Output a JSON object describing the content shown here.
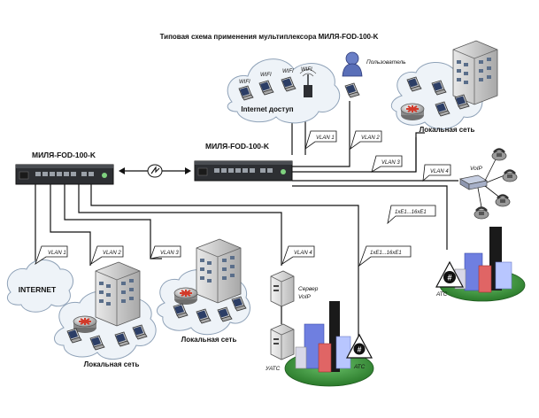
{
  "title": "Типовая схема применения мультиплексора МИЛЯ-FOD-100-K",
  "devices": {
    "mux_left": "МИЛЯ-FOD-100-K",
    "mux_right": "МИЛЯ-FOD-100-K"
  },
  "clouds": {
    "internet_access": "Internet доступ",
    "internet": "INTERNET",
    "lan": "Локальная сеть"
  },
  "labels": {
    "wifi": "WIFI",
    "user": "Пользователь",
    "voip": "VoIP",
    "server_voip_line1": "Сервер",
    "server_voip_line2": "VoIP",
    "uatc": "УАТС",
    "atc": "АТС",
    "e1": "1xE1...16xE1"
  },
  "vlans": {
    "v1": "VLAN 1",
    "v2": "VLAN 2",
    "v3": "VLAN 3",
    "v4": "VLAN 4"
  },
  "colors": {
    "cloud_fill": "#eef3f8",
    "cloud_stroke": "#8fa2b8",
    "device_body": "#2d2f33",
    "router_red": "#d23a2a",
    "grass": "#3a9a3a",
    "building_blue": "#5a6fd8",
    "building_red": "#d84848"
  }
}
